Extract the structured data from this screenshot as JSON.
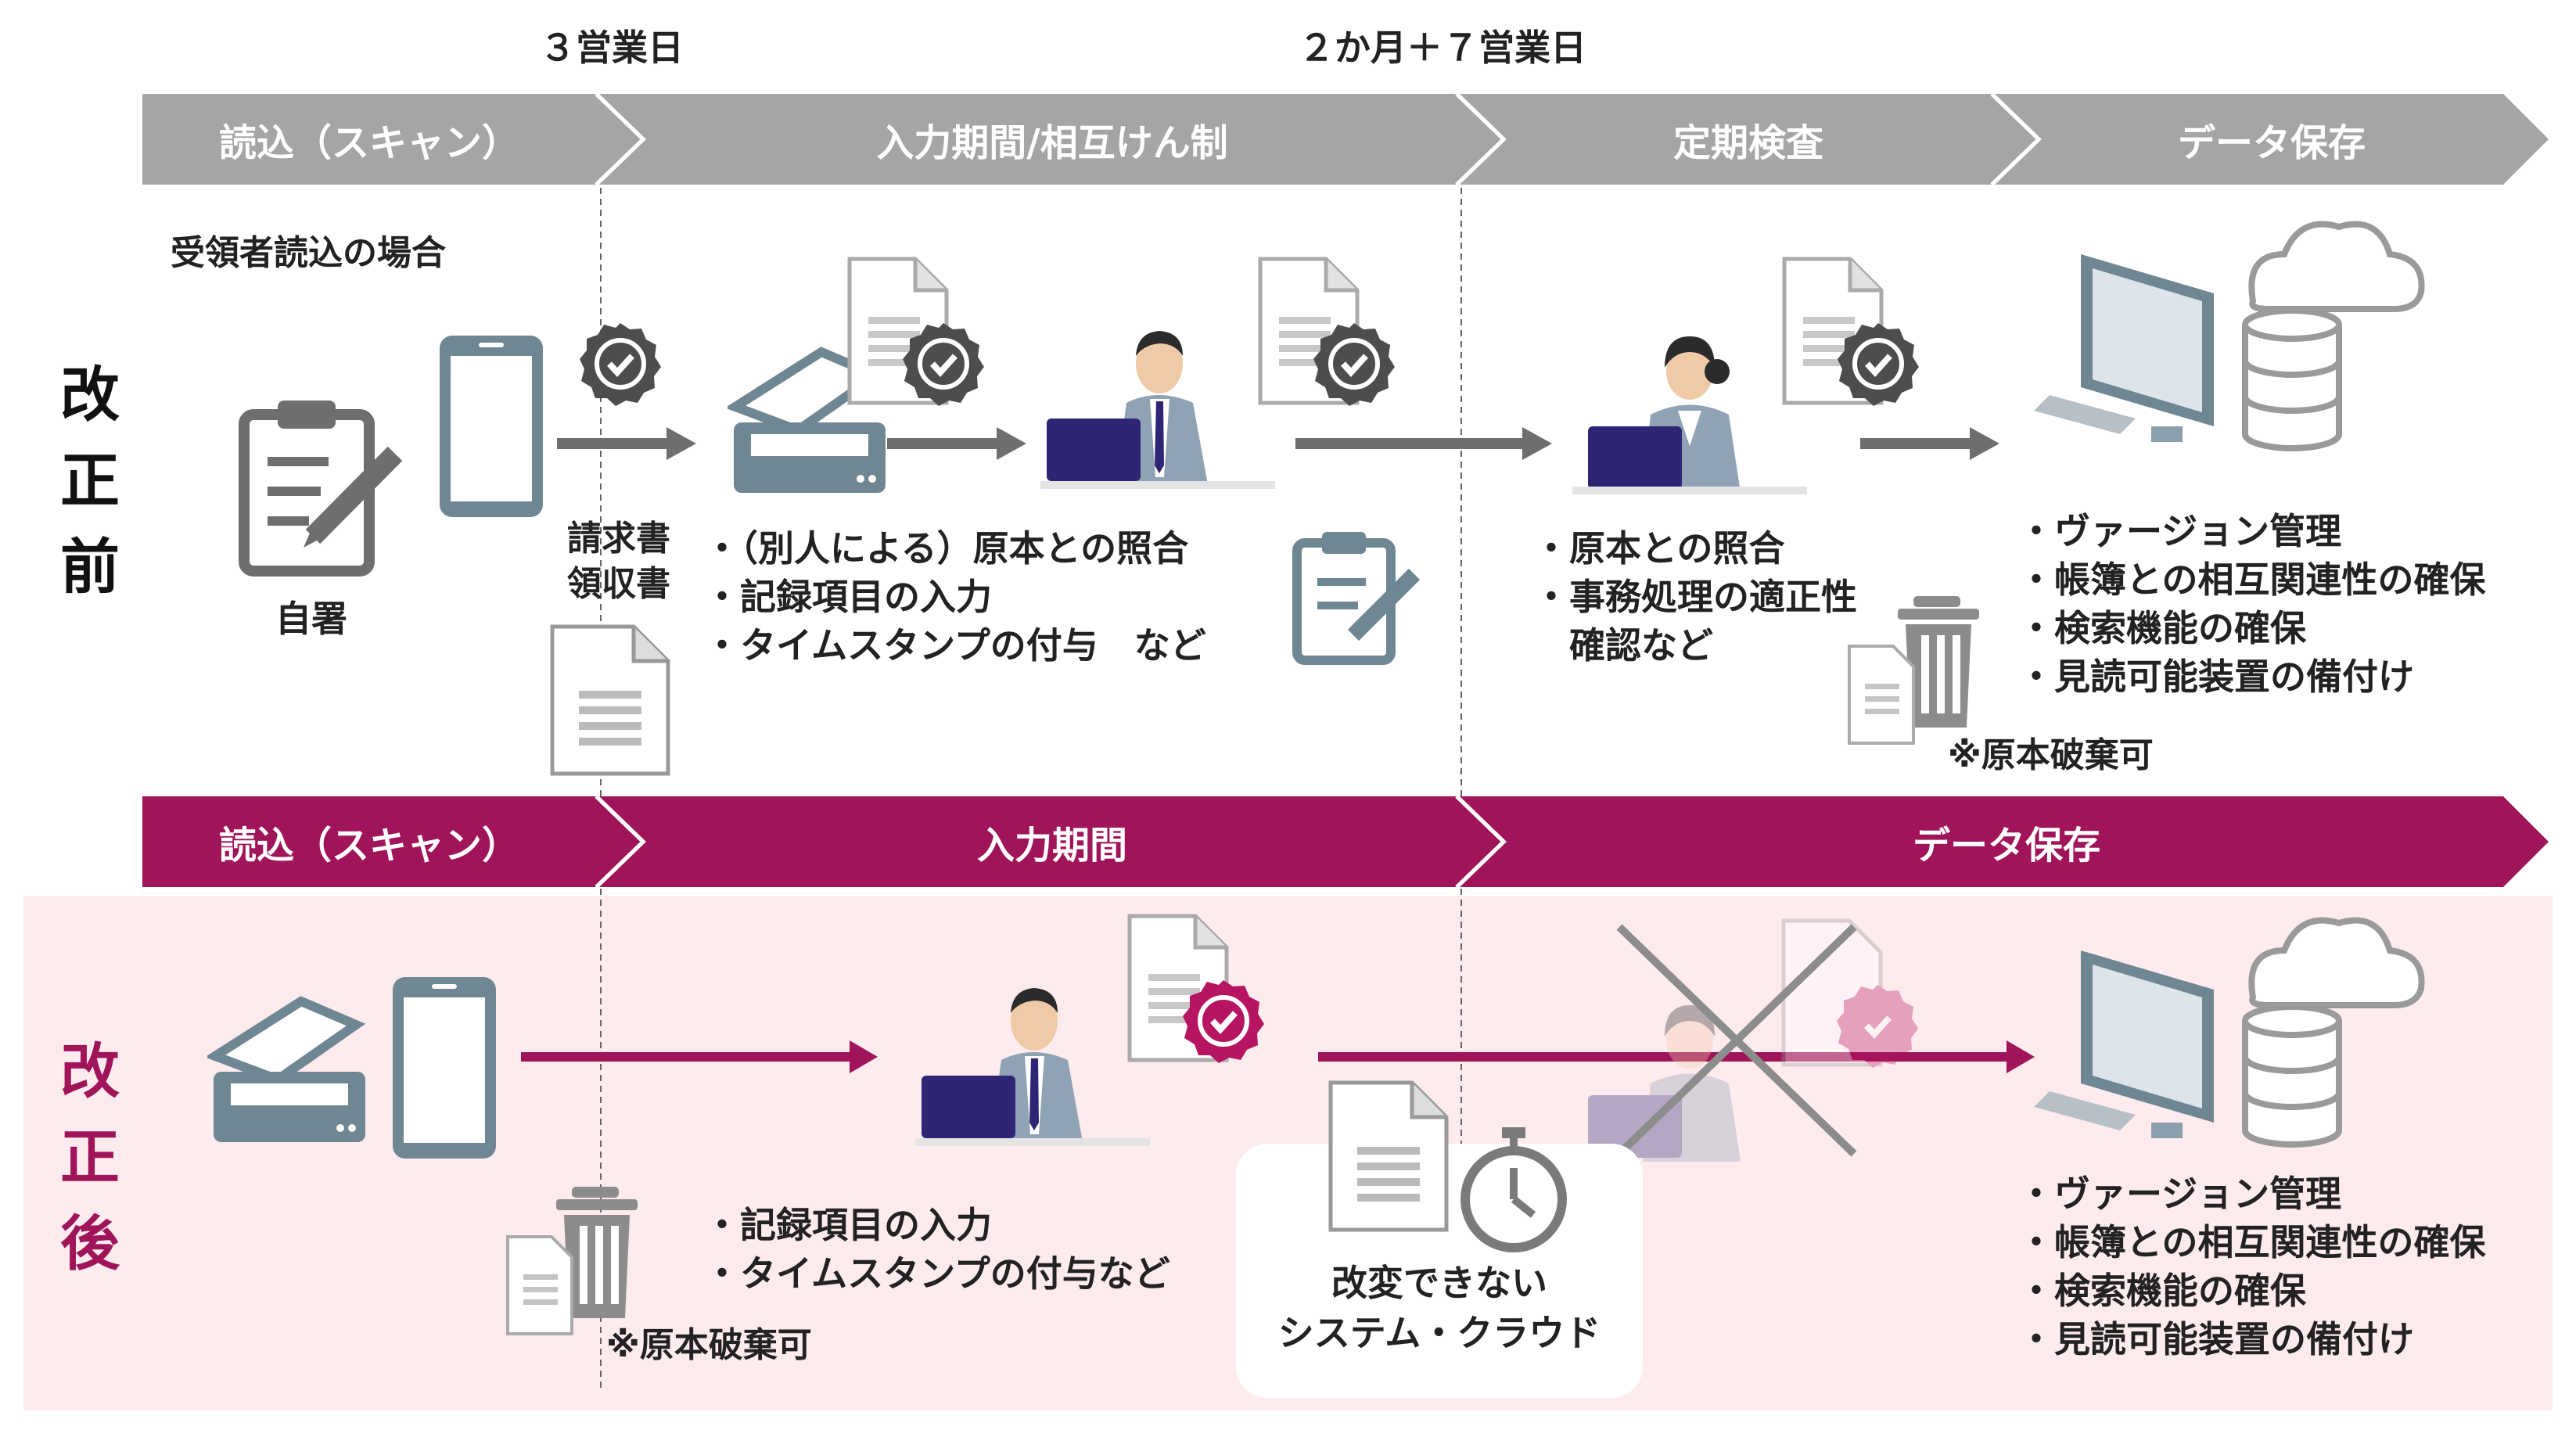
{
  "timeline": {
    "three_days": "３営業日",
    "two_months": "２か月＋７営業日"
  },
  "before": {
    "side_label": [
      "改",
      "正",
      "前"
    ],
    "stages": [
      "読込（スキャン）",
      "入力期間/相互けん制",
      "定期検査",
      "データ保存"
    ],
    "subtitle": "受領者読込の場合",
    "signature_label": "自署",
    "documents_label": [
      "請求書",
      "領収書"
    ],
    "input_bullets": [
      "・（別人による）原本との照合",
      "・記録項目の入力",
      "・タイムスタンプの付与　など"
    ],
    "inspection_bullets": [
      "・原本との照合",
      "・事務処理の適正性",
      "　確認など"
    ],
    "storage_bullets": [
      "・ヴァージョン管理",
      "・帳簿との相互関連性の確保",
      "・検索機能の確保",
      "・見読可能装置の備付け"
    ],
    "discard_note": "※原本破棄可"
  },
  "after": {
    "side_label": [
      "改",
      "正",
      "後"
    ],
    "stages": [
      "読込（スキャン）",
      "入力期間",
      "データ保存"
    ],
    "discard_note": "※原本破棄可",
    "input_bullets": [
      "・記録項目の入力",
      "・タイムスタンプの付与など"
    ],
    "system_label": [
      "改変できない",
      "システム・クラウド"
    ],
    "storage_bullets": [
      "・ヴァージョン管理",
      "・帳簿との相互関連性の確保",
      "・検索機能の確保",
      "・見読可能装置の備付け"
    ]
  },
  "colors": {
    "gray_band": "#a5a5a5",
    "magenta_band": "#a0145a",
    "pink_bg": "#fdebee",
    "icon_slate": "#6f8693",
    "icon_gray": "#8c8c8c",
    "check_dark": "#4d4d4d",
    "check_magenta": "#b71561",
    "laptop": "#2e2575"
  }
}
